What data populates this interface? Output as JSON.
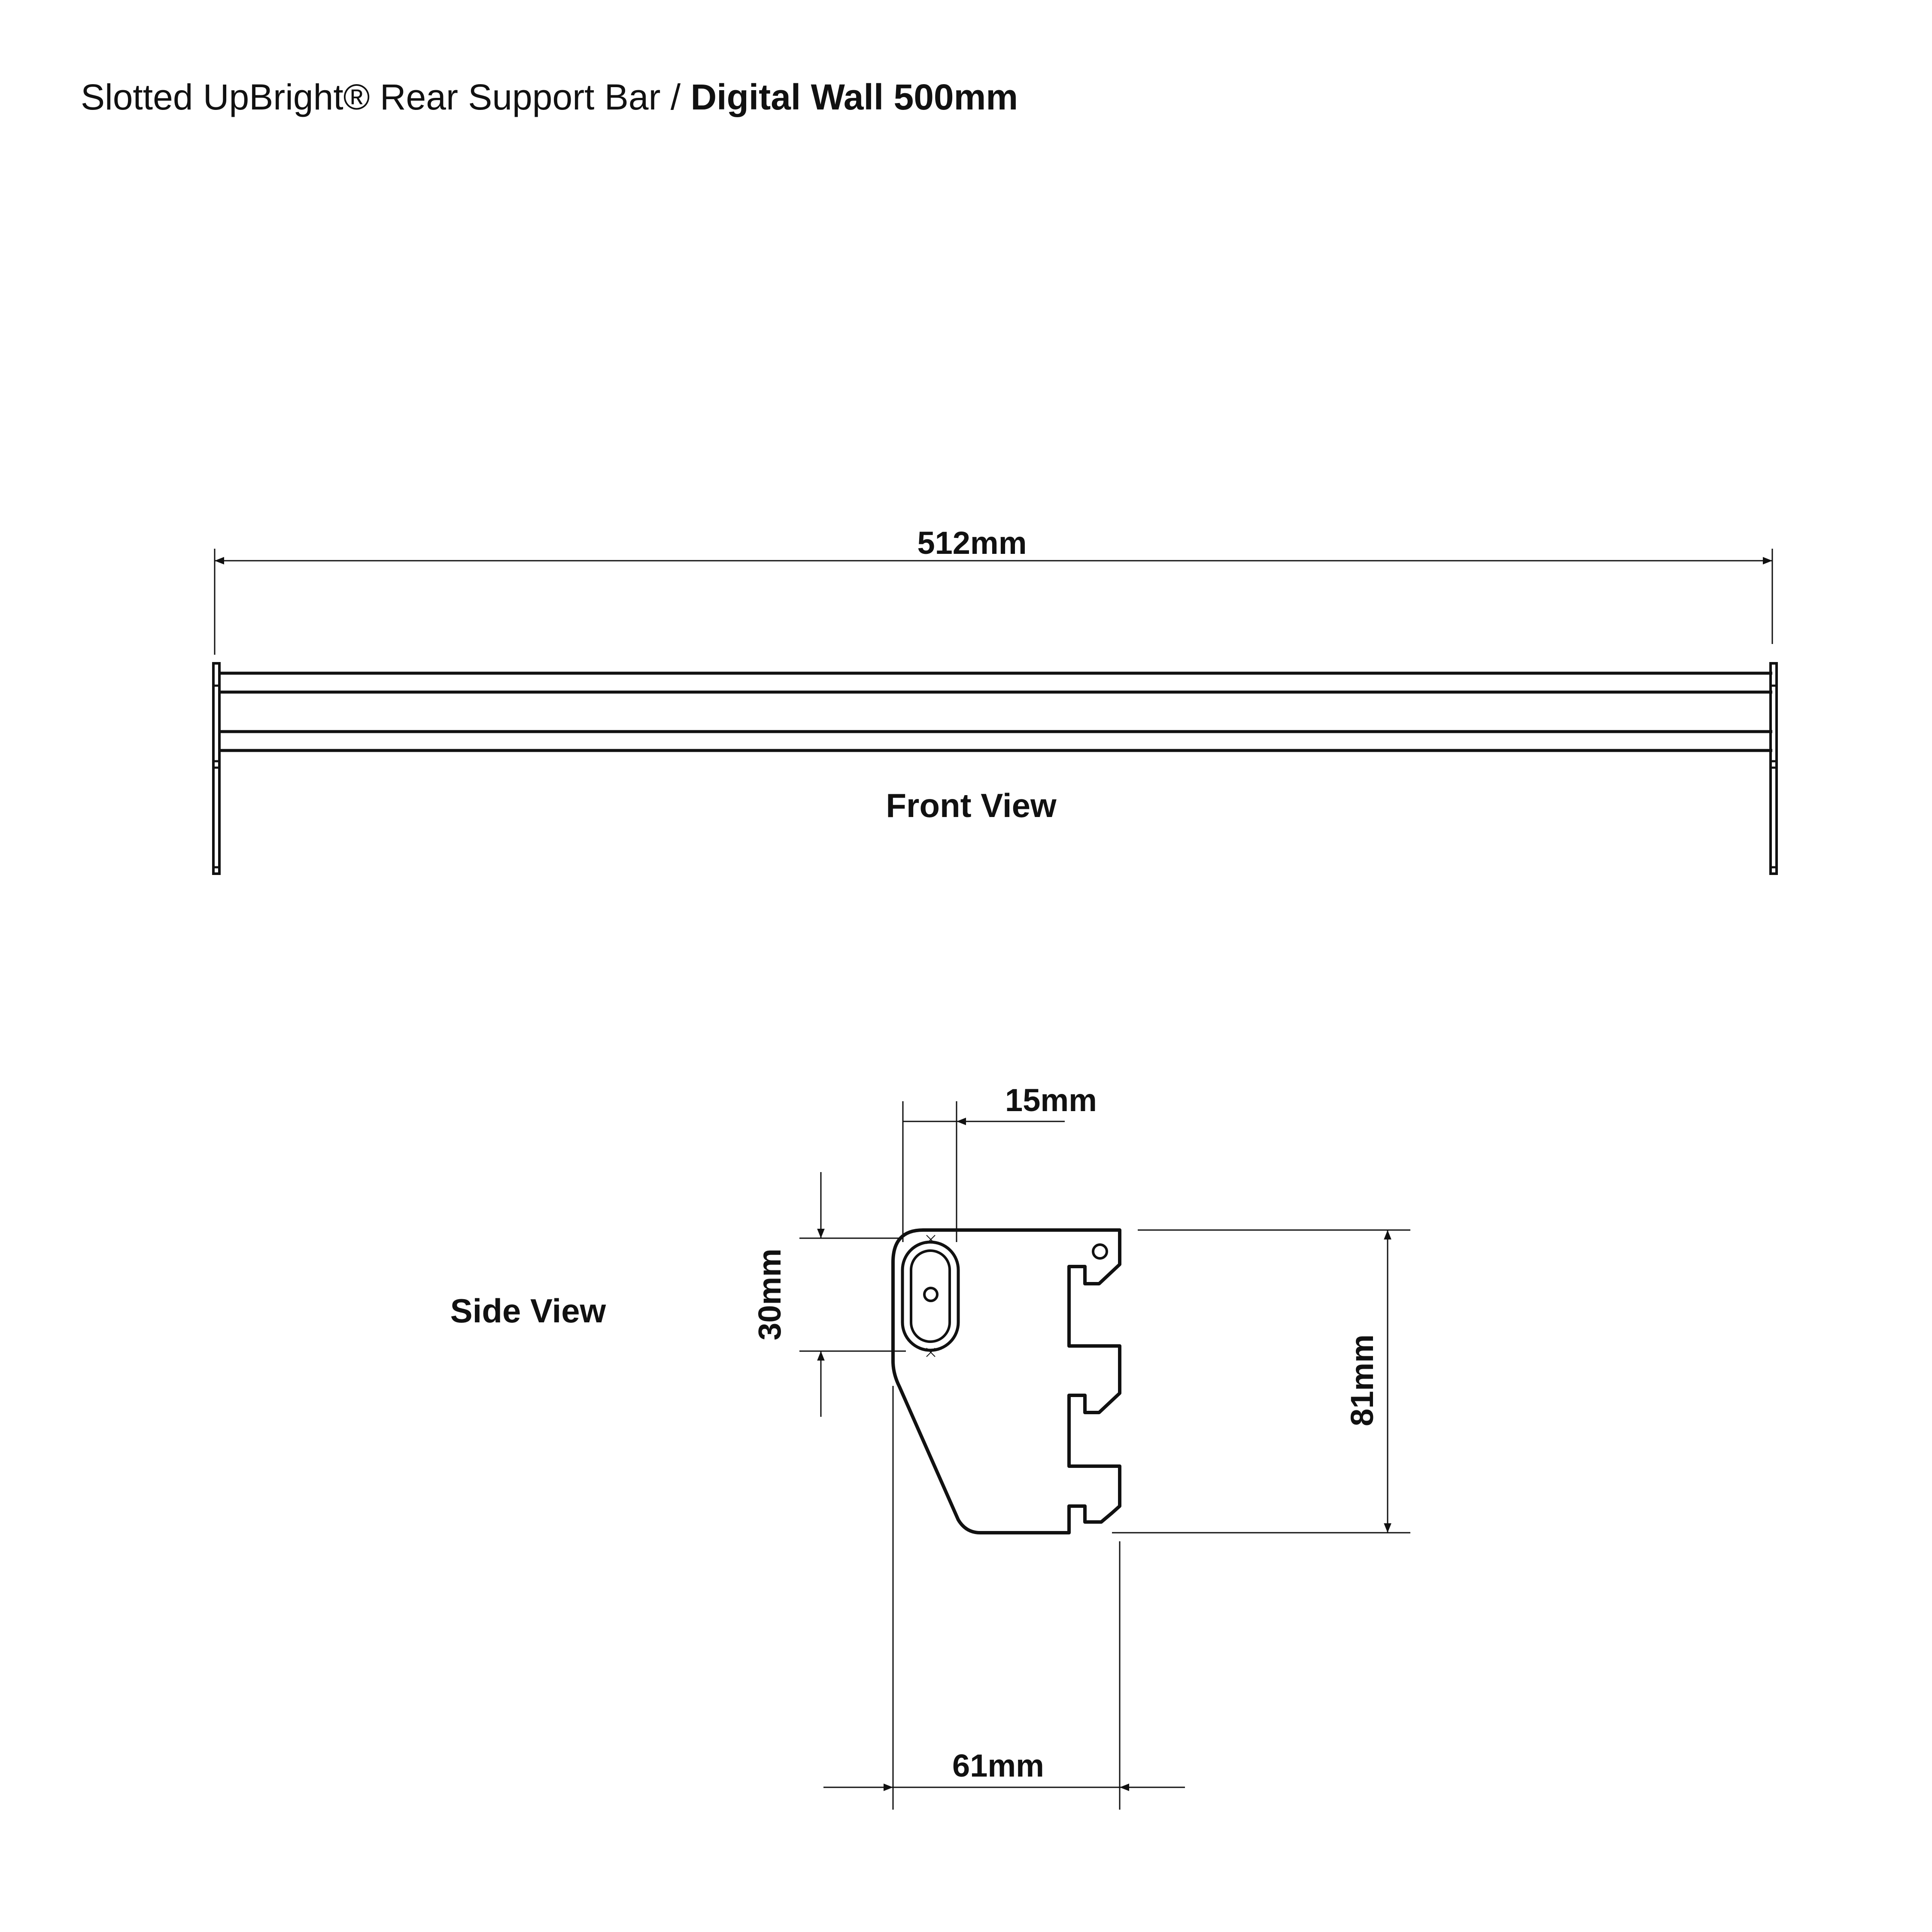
{
  "title": {
    "product": "Slotted UpBright® Rear Support Bar",
    "separator": " / ",
    "model": "Digital Wall 500mm"
  },
  "front_view": {
    "label": "Front View",
    "dim_length": "512mm"
  },
  "side_view": {
    "label": "Side View",
    "dim_slot_offset": "15mm",
    "dim_slot_height": "30mm",
    "dim_height": "81mm",
    "dim_depth": "61mm"
  }
}
